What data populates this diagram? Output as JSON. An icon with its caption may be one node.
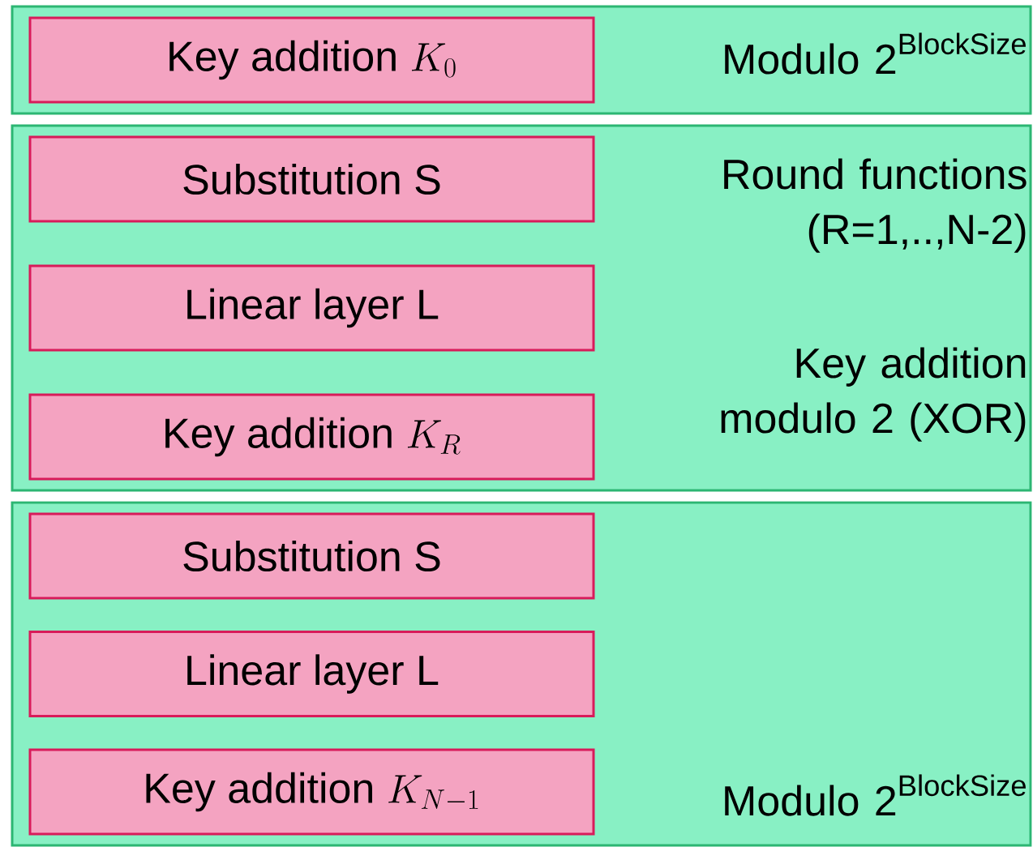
{
  "diagram": {
    "nodes": [
      {
        "text": [
          "\\text{Modulo 2}^{\\text{BlockSize}}"
        ]
      },
      {
        "text": [
          "\\text{Key addition }K_{0}"
        ],
        "in": 0
      },
      {
        "text": [
          "Round functions (R=1,..,N-2)",
          "Key addition modulo 2 (XOR)"
        ]
      },
      {
        "text": [
          "Substitution S"
        ],
        "in": 2
      },
      {
        "text": [
          "Linear layer L"
        ],
        "in": 2
      },
      {
        "text": [
          "\\text{Key addition }K_{R}"
        ],
        "in": 2
      },
      {
        "text": [
          "\\text{Modulo 2}^{\\text{BlockSize}}"
        ]
      },
      {
        "text": [
          "Substitution S"
        ],
        "in": 6
      },
      {
        "text": [
          "Linear layer L"
        ],
        "in": 6
      },
      {
        "text": [
          "\\text{Key addition }K_{N-1}"
        ],
        "in": 6
      }
    ]
  }
}
